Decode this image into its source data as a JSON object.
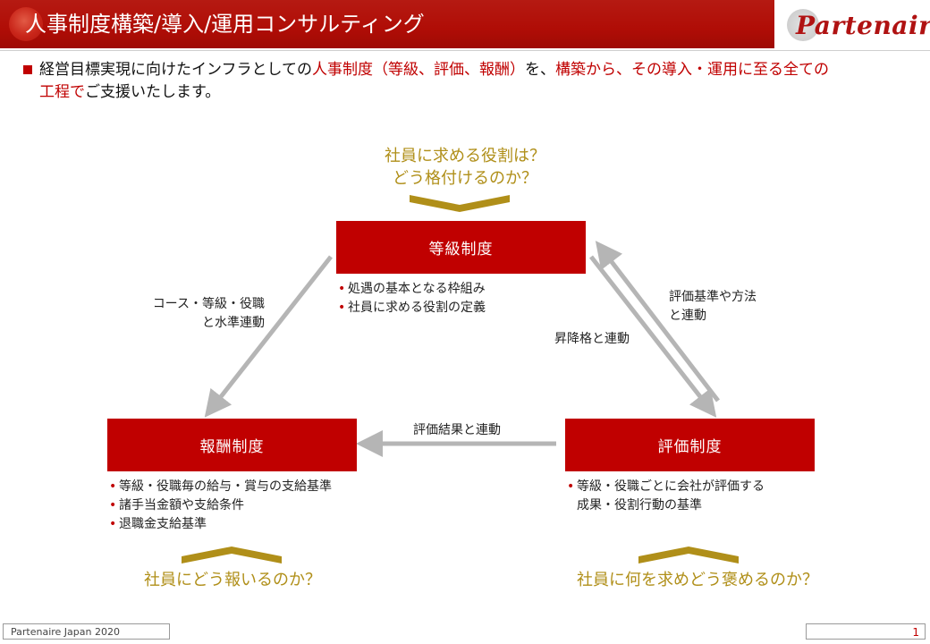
{
  "header": {
    "title": "人事制度構築/導入/運用コンサルティング",
    "logo_text": "Partenaire"
  },
  "intro": {
    "part1": "経営目標実現に向けたインフラとしての",
    "part2": "人事制度（等級、評価、報酬）",
    "part3": "を、",
    "part4": "構築から、その導入・運用に至る全ての",
    "part5": "工程で",
    "part6": "ご支援いたします。"
  },
  "questions": {
    "top_line1": "社員に求める役割は？",
    "top_line2": "どう格付けるのか？",
    "left": "社員にどう報いるのか？",
    "right": "社員に何を求めどう褒めるのか？"
  },
  "boxes": {
    "grade": {
      "label": "等級制度",
      "bullets": [
        "処遇の基本となる枠組み",
        "社員に求める役割の定義"
      ]
    },
    "reward": {
      "label": "報酬制度",
      "bullets": [
        "等級・役職毎の給与・賞与の支給基準",
        "諸手当金額や支給条件",
        "退職金支給基準"
      ]
    },
    "eval": {
      "label": "評価制度",
      "bullet1": "等級・役職ごとに会社が評価する",
      "bullet1_cont": "成果・役割行動の基準"
    }
  },
  "connectors": {
    "left_line1": "コース・等級・役職",
    "left_line2": "と水準連動",
    "right_top_line1": "評価基準や方法",
    "right_top_line2": "と連動",
    "right_low": "昇降格と連動",
    "bottom": "評価結果と連動"
  },
  "footer": {
    "company": "Partenaire Japan 2020",
    "page_number": "1"
  },
  "colors": {
    "accent_red": "#c00000",
    "gold": "#b08f19",
    "arrow_gray": "#b5b5b5"
  }
}
